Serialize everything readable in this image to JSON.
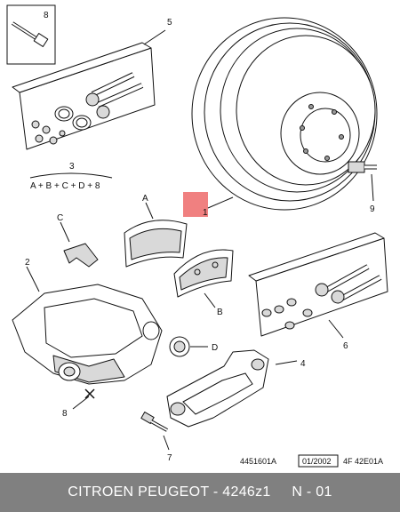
{
  "callouts": {
    "c1": "1",
    "c2": "2",
    "c3": "3",
    "c4": "4",
    "c5": "5",
    "c6": "6",
    "c7": "7",
    "c8_box": "8",
    "c8": "8",
    "c9": "9",
    "cA": "A",
    "cB": "B",
    "cC": "C",
    "cD": "D"
  },
  "formula": "A + B + C + D + 8",
  "reference": {
    "code": "4451601A",
    "date": "01/2002",
    "suffix": "4F 42E01A"
  },
  "footer_text": "CITROEN PEUGEOT - 4246z1     N - 01",
  "colors": {
    "highlight": "#f08080",
    "footer_bg": "#808080"
  }
}
